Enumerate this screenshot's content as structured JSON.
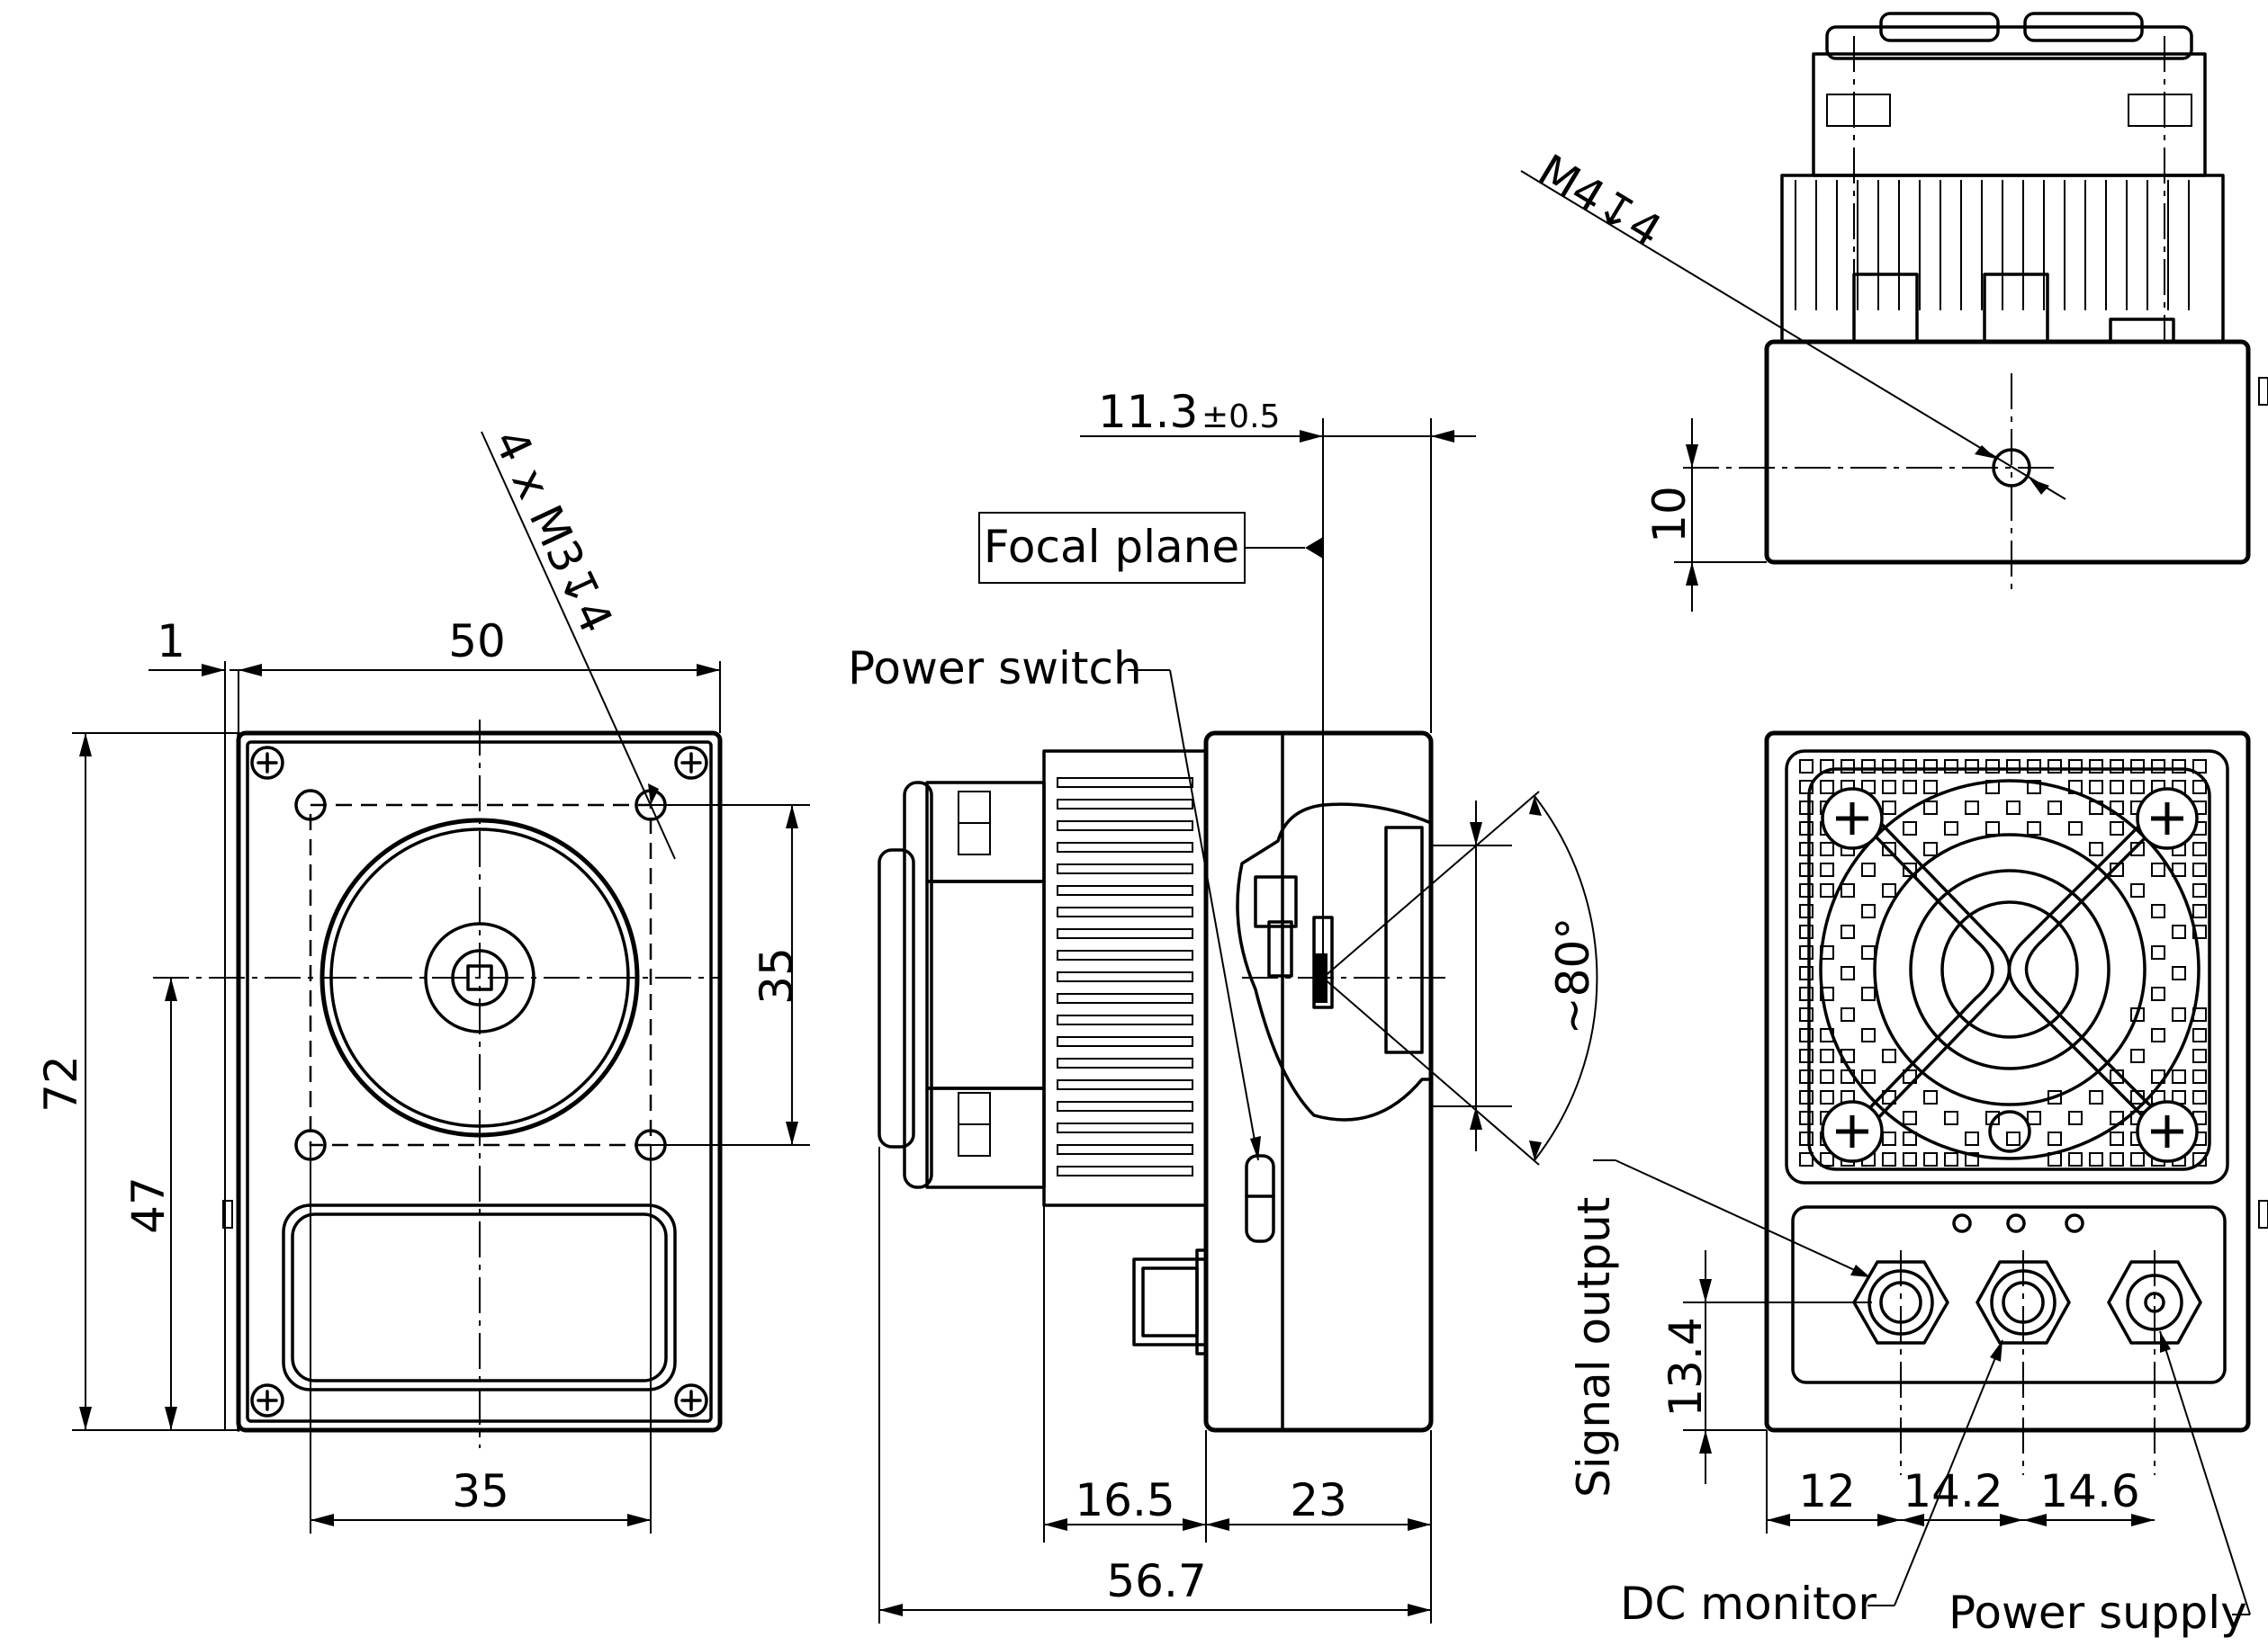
{
  "dimensions": {
    "front_width": "50",
    "front_offset": "1",
    "front_height": "72",
    "front_center_height": "47",
    "front_hole_pitch_v": "35",
    "front_hole_pitch_h": "35",
    "front_holes": "4 x M3↧4",
    "focal_offset": "11.3",
    "focal_tol": "±0.5",
    "side_length_a": "16.5",
    "side_length_b": "23",
    "side_total": "56.7",
    "angle": "~80°",
    "top_hole": "M4↧4",
    "top_hole_height": "10",
    "rear_conn_height": "13.4",
    "rear_pitch_1": "12",
    "rear_pitch_2": "14.2",
    "rear_pitch_3": "14.6"
  },
  "labels": {
    "focal_plane": "Focal plane",
    "power_switch": "Power switch",
    "signal_output": "Signal output",
    "dc_monitor": "DC monitor",
    "power_supply": "Power supply"
  }
}
